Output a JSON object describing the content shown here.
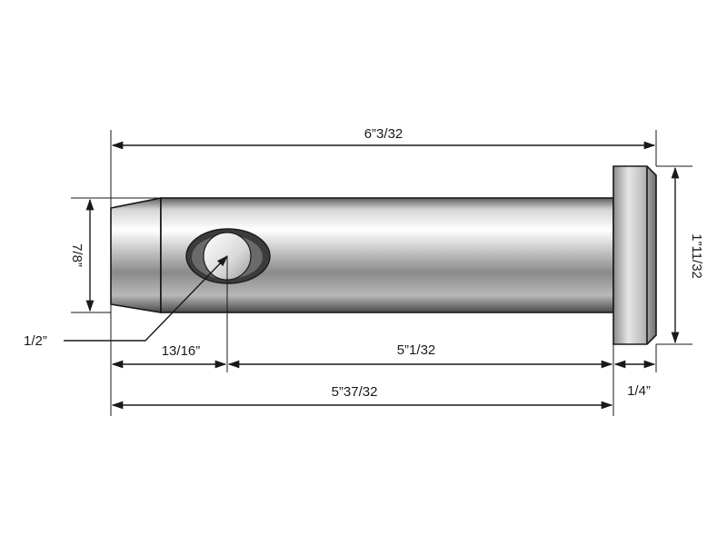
{
  "dimensions": {
    "overall_length": "6”3/32",
    "diameter": "7/8”",
    "head_diameter": "1”11/32",
    "hole_diameter": "1/2”",
    "hole_offset": "13/16”",
    "hole_to_head": "5”1/32",
    "shank_length": "5”37/32",
    "head_thickness": "1/4”"
  }
}
